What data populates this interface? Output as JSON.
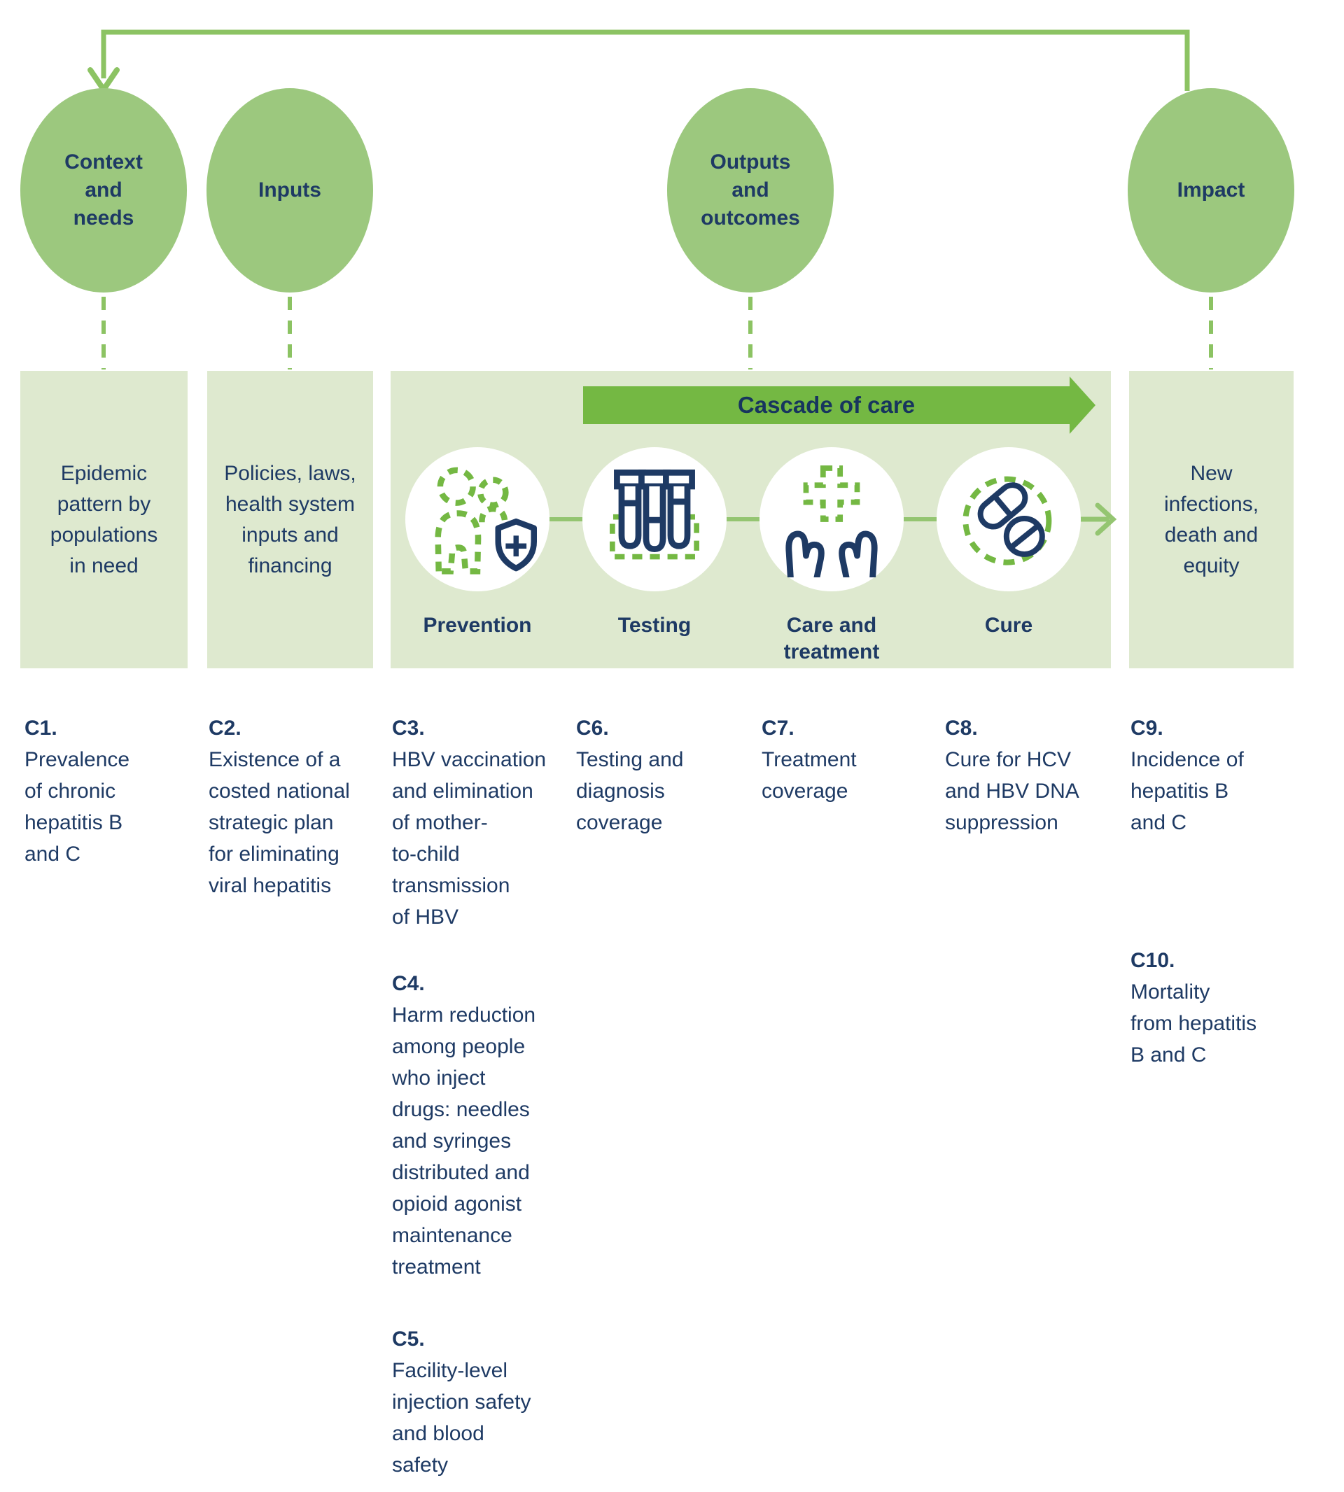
{
  "colors": {
    "navy_text": "#1e3a64",
    "green_bright": "#74b843",
    "green_mid": "#8cc363",
    "green_circle_fill": "#9cc87e",
    "green_box_fill": "#dee9cf",
    "green_connector": "#94c571",
    "white": "#ffffff"
  },
  "stages": [
    {
      "circle_label": "Context\nand\nneeds",
      "box_text": "Epidemic\npattern by\npopulations\nin need"
    },
    {
      "circle_label": "Inputs",
      "box_text": "Policies, laws,\nhealth system\ninputs and\nfinancing"
    },
    {
      "circle_label": "Outputs\nand\noutcomes"
    },
    {
      "circle_label": "Impact",
      "box_text": "New\ninfections,\ndeath and\nequity"
    }
  ],
  "cascade": {
    "banner_label": "Cascade of care",
    "steps": [
      {
        "label": "Prevention",
        "icon": "people-shield-icon"
      },
      {
        "label": "Testing",
        "icon": "test-tubes-icon"
      },
      {
        "label": "Care and\ntreatment",
        "icon": "caring-hands-cross-icon"
      },
      {
        "label": "Cure",
        "icon": "pills-icon"
      }
    ]
  },
  "indicators": [
    {
      "id": "C1.",
      "text": "Prevalence\nof chronic\nhepatitis B\nand C"
    },
    {
      "id": "C2.",
      "text": "Existence of a\ncosted national\nstrategic plan\nfor eliminating\nviral hepatitis"
    },
    {
      "id": "C3.",
      "text": "HBV vaccination\nand elimination\nof mother-\nto-child\ntransmission\nof HBV"
    },
    {
      "id": "C4.",
      "text": "Harm reduction\namong people\nwho inject\ndrugs: needles\nand syringes\ndistributed and\nopioid agonist\nmaintenance\ntreatment"
    },
    {
      "id": "C5.",
      "text": "Facility-level\ninjection safety\nand blood\nsafety"
    },
    {
      "id": "C6.",
      "text": "Testing and\ndiagnosis\ncoverage"
    },
    {
      "id": "C7.",
      "text": "Treatment\ncoverage"
    },
    {
      "id": "C8.",
      "text": "Cure for HCV\nand HBV DNA\nsuppression"
    },
    {
      "id": "C9.",
      "text": "Incidence of\nhepatitis B\nand C"
    },
    {
      "id": "C10.",
      "text": "Mortality\nfrom hepatitis\nB and C"
    }
  ]
}
